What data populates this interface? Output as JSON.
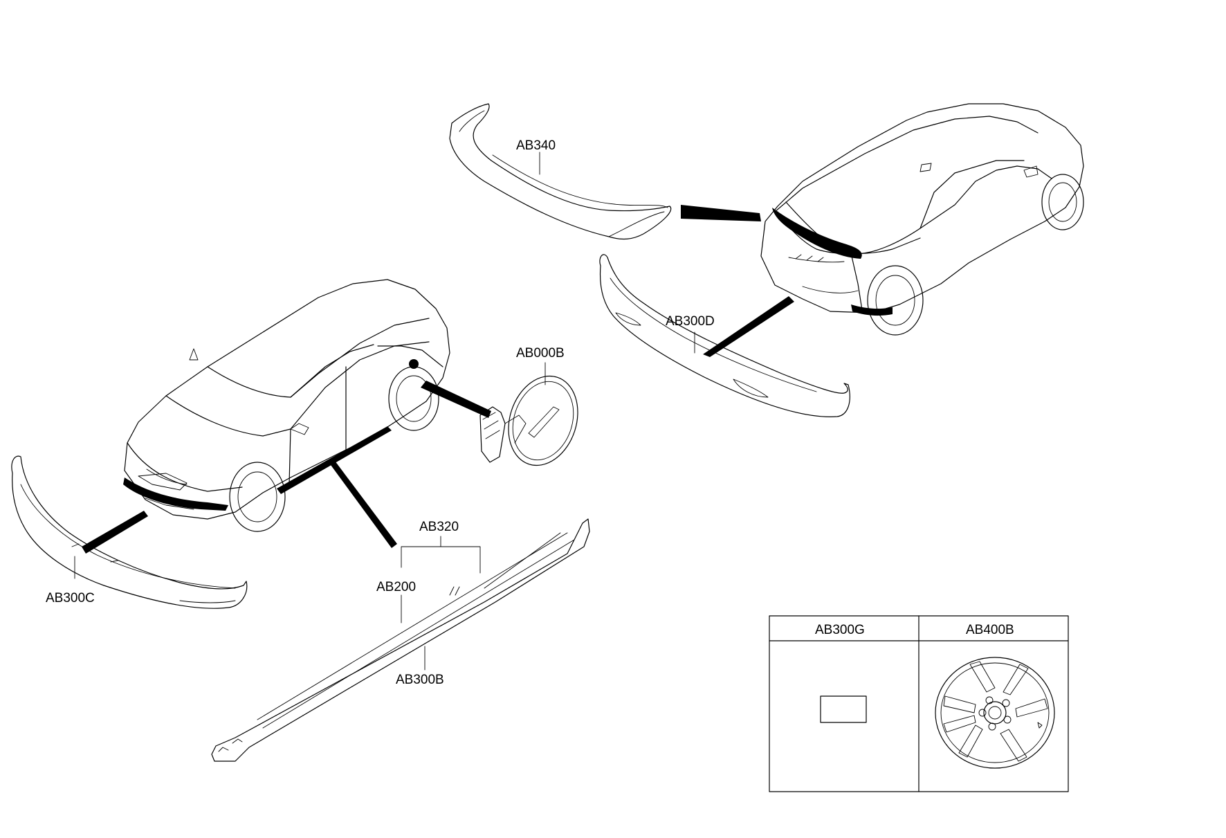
{
  "labels": {
    "ab340": "AB340",
    "ab300d": "AB300D",
    "ab000b": "AB000B",
    "ab320": "AB320",
    "ab200": "AB200",
    "ab300c": "AB300C",
    "ab300b": "AB300B"
  },
  "table": {
    "headers": [
      "AB300G",
      "AB400B"
    ]
  }
}
